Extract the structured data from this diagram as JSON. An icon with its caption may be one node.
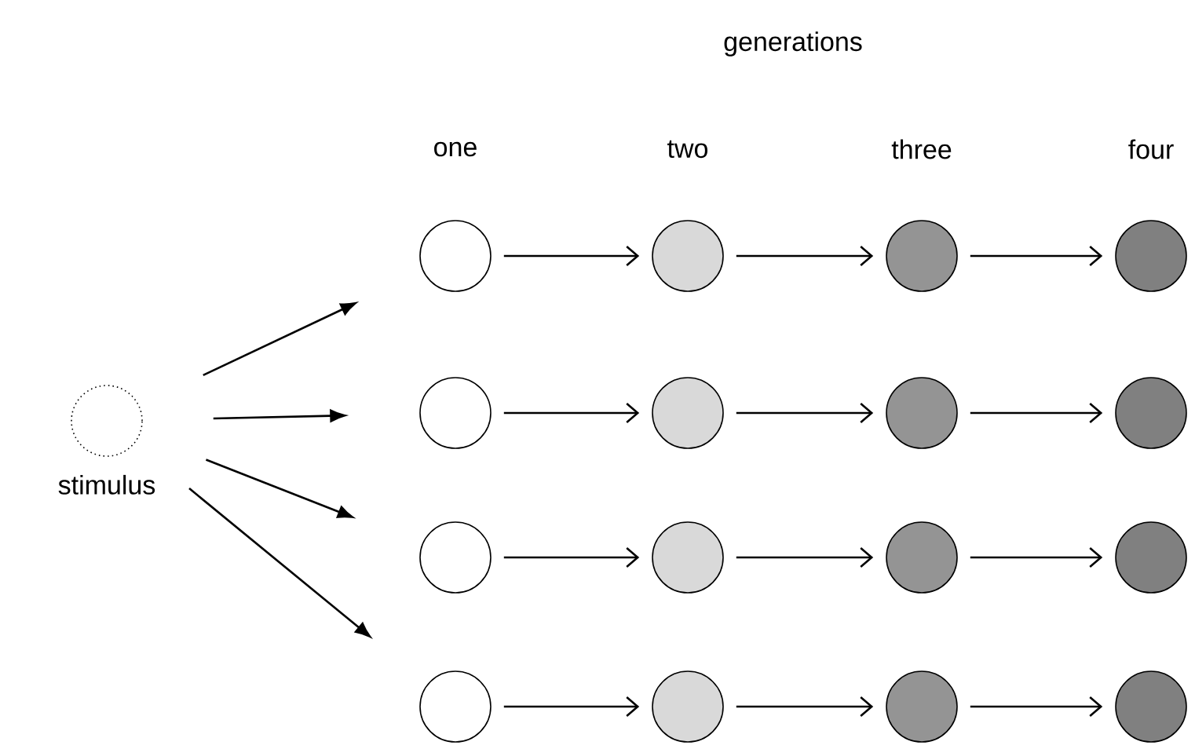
{
  "diagram": {
    "nodes": [
      {
        "text": [],
        "shape": "circle",
        "beside": [
          "stimulus"
        ]
      },
      {
        "text": [],
        "shape": "circle"
      },
      {
        "text": [],
        "shape": "circle"
      },
      {
        "text": [],
        "shape": "circle"
      },
      {
        "text": [],
        "shape": "circle"
      },
      {
        "text": [],
        "shape": "circle"
      },
      {
        "text": [],
        "shape": "circle"
      },
      {
        "text": [],
        "shape": "circle"
      },
      {
        "text": [],
        "shape": "circle"
      },
      {
        "text": [],
        "shape": "circle"
      },
      {
        "text": [],
        "shape": "circle"
      },
      {
        "text": [],
        "shape": "circle"
      },
      {
        "text": [],
        "shape": "circle"
      },
      {
        "text": [],
        "shape": "circle"
      },
      {
        "text": [],
        "shape": "circle"
      },
      {
        "text": [],
        "shape": "circle"
      },
      {
        "text": [],
        "shape": "circle"
      }
    ],
    "edges": [
      {
        "from": 0,
        "to": 1,
        "arrow": "to"
      },
      {
        "from": 0,
        "to": 5,
        "arrow": "to"
      },
      {
        "from": 0,
        "to": 9,
        "arrow": "to"
      },
      {
        "from": 0,
        "to": 13,
        "arrow": "to"
      },
      {
        "from": 1,
        "to": 2,
        "arrow": "to"
      },
      {
        "from": 2,
        "to": 3,
        "arrow": "to"
      },
      {
        "from": 3,
        "to": 4,
        "arrow": "to"
      },
      {
        "from": 5,
        "to": 6,
        "arrow": "to"
      },
      {
        "from": 6,
        "to": 7,
        "arrow": "to"
      },
      {
        "from": 7,
        "to": 8,
        "arrow": "to"
      },
      {
        "from": 9,
        "to": 10,
        "arrow": "to"
      },
      {
        "from": 10,
        "to": 11,
        "arrow": "to"
      },
      {
        "from": 11,
        "to": 12,
        "arrow": "to"
      },
      {
        "from": 13,
        "to": 14,
        "arrow": "to"
      },
      {
        "from": 14,
        "to": 15,
        "arrow": "to"
      },
      {
        "from": 15,
        "to": 16,
        "arrow": "to"
      }
    ],
    "labels": [
      "generations",
      "one",
      "two",
      "three",
      "four"
    ]
  }
}
